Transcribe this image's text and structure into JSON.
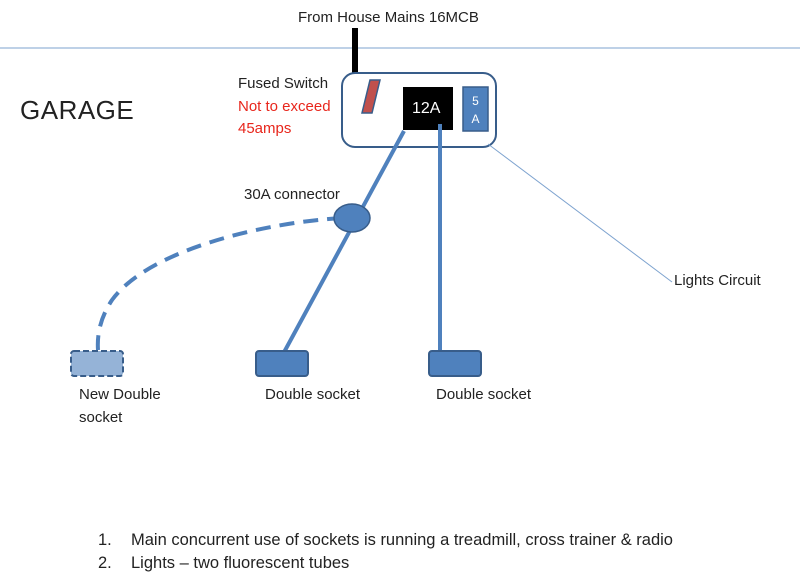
{
  "header": {
    "supply_label": "From  House Mains  16MCB"
  },
  "room": {
    "title": "GARAGE"
  },
  "fused_switch": {
    "label": "Fused Switch",
    "warning_line1": "Not to exceed",
    "warning_line2": "45amps",
    "fuse_main": "12A",
    "fuse_small_top": "5",
    "fuse_small_bottom": "A"
  },
  "connector": {
    "label": "30A connector"
  },
  "lights": {
    "label": "Lights Circuit"
  },
  "sockets": {
    "new_line1": "New Double",
    "new_line2": "socket",
    "socket_a": "Double socket",
    "socket_b": "Double socket"
  },
  "notes": [
    {
      "num": "1.",
      "text": "Main concurrent use of sockets is running a treadmill, cross trainer & radio"
    },
    {
      "num": "2.",
      "text": "Lights – two fluorescent tubes"
    }
  ],
  "colors": {
    "wire": "#4f81bd",
    "wire_dark": "#385d8a",
    "new_socket_fill": "#95b3d7",
    "warning": "#e8261c",
    "divider": "#4f81bd"
  }
}
